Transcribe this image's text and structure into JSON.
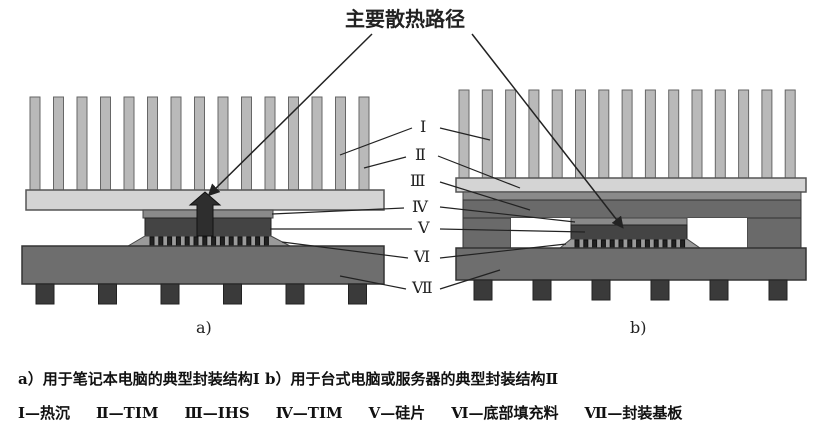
{
  "diagram": {
    "callout_title": "主要散热路径",
    "panel_a_label": "a)",
    "panel_b_label": "b)",
    "layer_labels": [
      "Ⅰ",
      "Ⅱ",
      "Ⅲ",
      "Ⅳ",
      "Ⅴ",
      "Ⅵ",
      "Ⅶ"
    ]
  },
  "captions": {
    "line1": "a）用于笔记本电脑的典型封装结构Ⅰ  b）用于台式电脑或服务器的典型封装结构Ⅱ",
    "legend": [
      "Ⅰ—热沉",
      "Ⅱ—TIM",
      "Ⅲ—IHS",
      "Ⅳ—TIM",
      "Ⅴ—硅片",
      "Ⅵ—底部填充料",
      "Ⅶ—封装基板"
    ]
  },
  "colors": {
    "fin": "#b9b9b9",
    "heatsink_base": "#d4d4d4",
    "substrate": "#6e6e6e",
    "die": "#444444",
    "ball": "#3a3a3a"
  }
}
